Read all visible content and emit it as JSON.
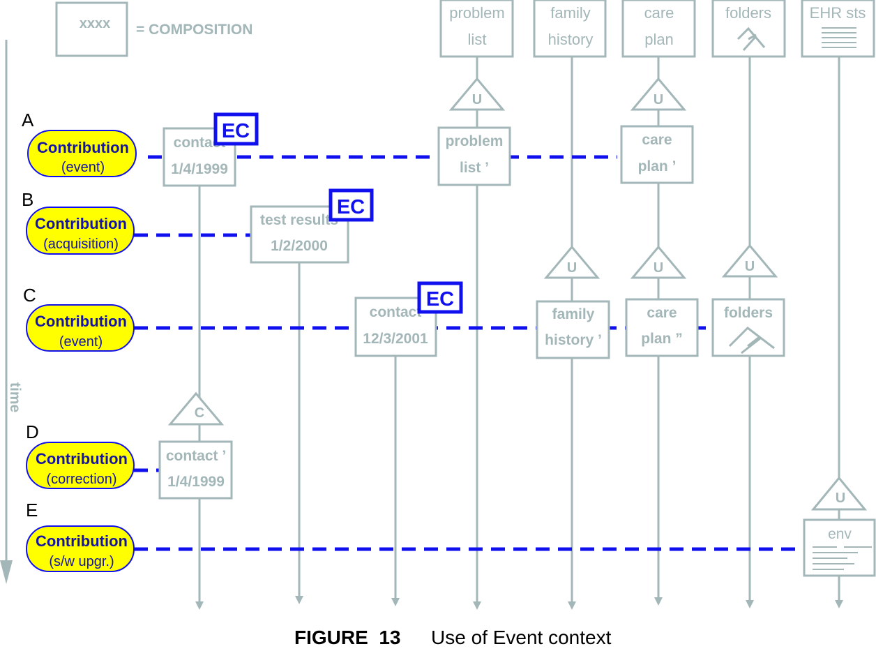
{
  "legend": {
    "box_text": "xxxx",
    "label": "= COMPOSITION"
  },
  "time_label": "time",
  "columns": {
    "problem_list": [
      "problem",
      "list"
    ],
    "family_history": [
      "family",
      "history"
    ],
    "care_plan": [
      "care",
      "plan"
    ],
    "folders": "folders",
    "ehr_status": "EHR sts"
  },
  "rows": [
    {
      "letter": "A",
      "title": "Contribution",
      "kind": "(event)"
    },
    {
      "letter": "B",
      "title": "Contribution",
      "kind": "(acquisition)"
    },
    {
      "letter": "C",
      "title": "Contribution",
      "kind": "(event)"
    },
    {
      "letter": "D",
      "title": "Contribution",
      "kind": "(correction)"
    },
    {
      "letter": "E",
      "title": "Contribution",
      "kind": "(s/w upgr.)"
    }
  ],
  "compositions": {
    "contact_a": [
      "contact",
      "1/4/1999"
    ],
    "problem_list_a": [
      "problem",
      "list ’"
    ],
    "care_plan_a": [
      "care",
      "plan ’"
    ],
    "test_results": [
      "test results",
      "1/2/2000"
    ],
    "contact_c": [
      "contact",
      "12/3/2001"
    ],
    "family_history_c": [
      "family",
      "history ’"
    ],
    "care_plan_c": [
      "care",
      "plan ”"
    ],
    "folders_c": "folders",
    "contact_d": [
      "contact ’",
      "1/4/1999"
    ],
    "env": "env"
  },
  "markers": {
    "update": "U",
    "correction": "C",
    "event_context": "EC"
  },
  "caption": {
    "figure": "FIGURE  13",
    "text": "Use of Event context"
  },
  "colors": {
    "gray": "#a3b6b8",
    "blue": "#1010ee",
    "pill_fill": "#ffff00",
    "pill_text": "#1414a0"
  }
}
